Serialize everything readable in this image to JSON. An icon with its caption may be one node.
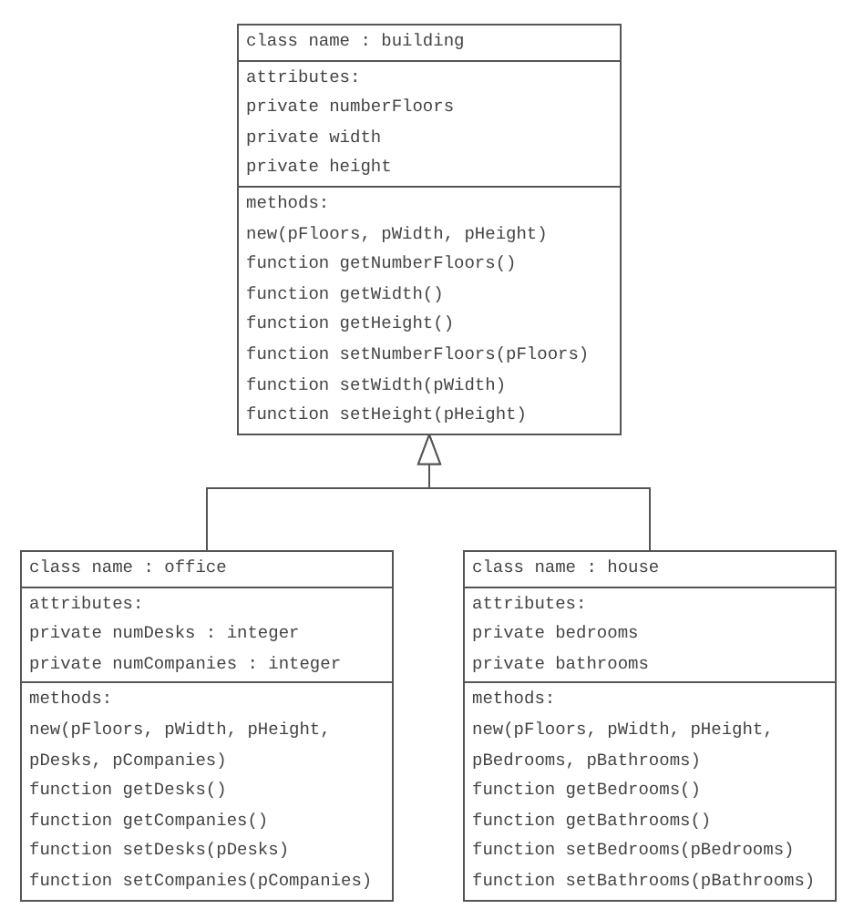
{
  "diagram": {
    "nodes": [
      {
        "text": [],
        "shape": "box"
      },
      {
        "text": [
          "class name : building"
        ],
        "in": 0
      },
      {
        "text": [
          "attributes:",
          "private numberFloors",
          "private width",
          "private height"
        ],
        "in": 0
      },
      {
        "text": [
          "methods:",
          "new(pFloors, pWidth, pHeight)",
          "function getNumberFloors()",
          "function getWidth()",
          "function getHeight()",
          "function setNumberFloors(pFloors)",
          "function setWidth(pWidth)",
          "function setHeight(pHeight)"
        ],
        "in": 0
      },
      {
        "text": [],
        "shape": "box"
      },
      {
        "text": [
          "class name : office"
        ],
        "in": 4
      },
      {
        "text": [
          "attributes:",
          "private numDesks : integer",
          "private numCompanies : integer"
        ],
        "in": 4
      },
      {
        "text": [
          "methods:",
          "new(pFloors, pWidth, pHeight, pDesks, pCompanies)",
          "function getDesks()",
          "function getCompanies()",
          "function setDesks(pDesks)",
          "function setCompanies(pCompanies)"
        ],
        "in": 4
      },
      {
        "text": [],
        "shape": "box"
      },
      {
        "text": [
          "class name : house"
        ],
        "in": 8
      },
      {
        "text": [
          "attributes:",
          "private bedrooms",
          "private bathrooms"
        ],
        "in": 8
      },
      {
        "text": [
          "methods:",
          "new(pFloors, pWidth, pHeight, pBedrooms, pBathrooms)",
          "function getBedrooms()",
          "function getBathrooms()",
          "function setBedrooms(pBedrooms)",
          "function setBathrooms(pBathrooms)"
        ],
        "in": 8
      }
    ],
    "edges": [
      {
        "from": 4,
        "to": 0,
        "arrow": "to"
      },
      {
        "from": 8,
        "to": 0,
        "arrow": "to"
      }
    ]
  }
}
